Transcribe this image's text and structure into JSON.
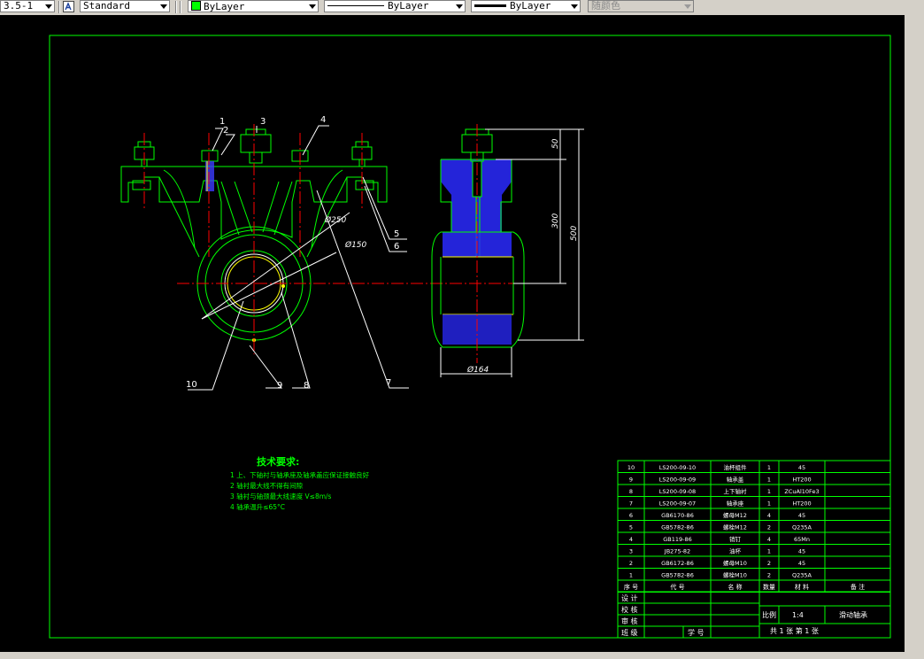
{
  "toolbar": {
    "scale_combo": "3.5-1",
    "text_style": "Standard",
    "layer": "ByLayer",
    "linetype": "ByLayer",
    "lineweight": "ByLayer",
    "plot_style": "随颜色"
  },
  "drawing": {
    "balloons": [
      "1",
      "2",
      "3",
      "4",
      "5",
      "6",
      "7",
      "8",
      "9",
      "10"
    ],
    "dims": {
      "d250": "Ø250",
      "d150": "Ø150",
      "d164": "Ø164",
      "v50": "50",
      "v300": "300",
      "v500": "500"
    },
    "tech": {
      "title": "技术要求:",
      "lines": [
        "1 上、下轴衬与轴承座及轴承盖应保证接触良好",
        "2 轴衬最大线不得有间隙",
        "3 轴衬与轴颈最大线速度 V≤8m/s",
        "4 轴承温升≤65°C"
      ]
    },
    "bom": {
      "rows": [
        {
          "no": "10",
          "code": "LS200-09-10",
          "name": "油杯组件",
          "qty": "1",
          "mat": "45"
        },
        {
          "no": "9",
          "code": "LS200-09-09",
          "name": "轴承盖",
          "qty": "1",
          "mat": "HT200"
        },
        {
          "no": "8",
          "code": "LS200-09-08",
          "name": "上下轴衬",
          "qty": "1",
          "mat": "ZCuAl10Fe3"
        },
        {
          "no": "7",
          "code": "LS200-09-07",
          "name": "轴承座",
          "qty": "1",
          "mat": "HT200"
        },
        {
          "no": "6",
          "code": "GB6170-86",
          "name": "螺母M12",
          "qty": "4",
          "mat": "45"
        },
        {
          "no": "5",
          "code": "GB5782-86",
          "name": "螺栓M12",
          "qty": "2",
          "mat": "Q235A"
        },
        {
          "no": "4",
          "code": "GB119-86",
          "name": "销钉",
          "qty": "4",
          "mat": "65Mn"
        },
        {
          "no": "3",
          "code": "JB275-82",
          "name": "油杯",
          "qty": "1",
          "mat": "45"
        },
        {
          "no": "2",
          "code": "GB6172-86",
          "name": "螺母M10",
          "qty": "2",
          "mat": "45"
        },
        {
          "no": "1",
          "code": "GB5782-86",
          "name": "螺栓M10",
          "qty": "2",
          "mat": "Q235A"
        }
      ],
      "header": {
        "no": "序 号",
        "code": "代 号",
        "name": "名 称",
        "qty": "数量",
        "mat": "材 料",
        "note": "备 注"
      }
    },
    "title_block": {
      "design": "设 计",
      "check": "校 核",
      "review": "审 核",
      "class": "班 级",
      "student_no": "学 号",
      "scale_label": "比例",
      "scale": "1:4",
      "part_name": "滑动轴承",
      "sheets": "共 1 张 第 1 张"
    }
  },
  "colors": {
    "green": "#00ff00",
    "red": "#ff0000",
    "blue": "#3c3cff",
    "white": "#ffffff",
    "yellow": "#ffff00"
  }
}
